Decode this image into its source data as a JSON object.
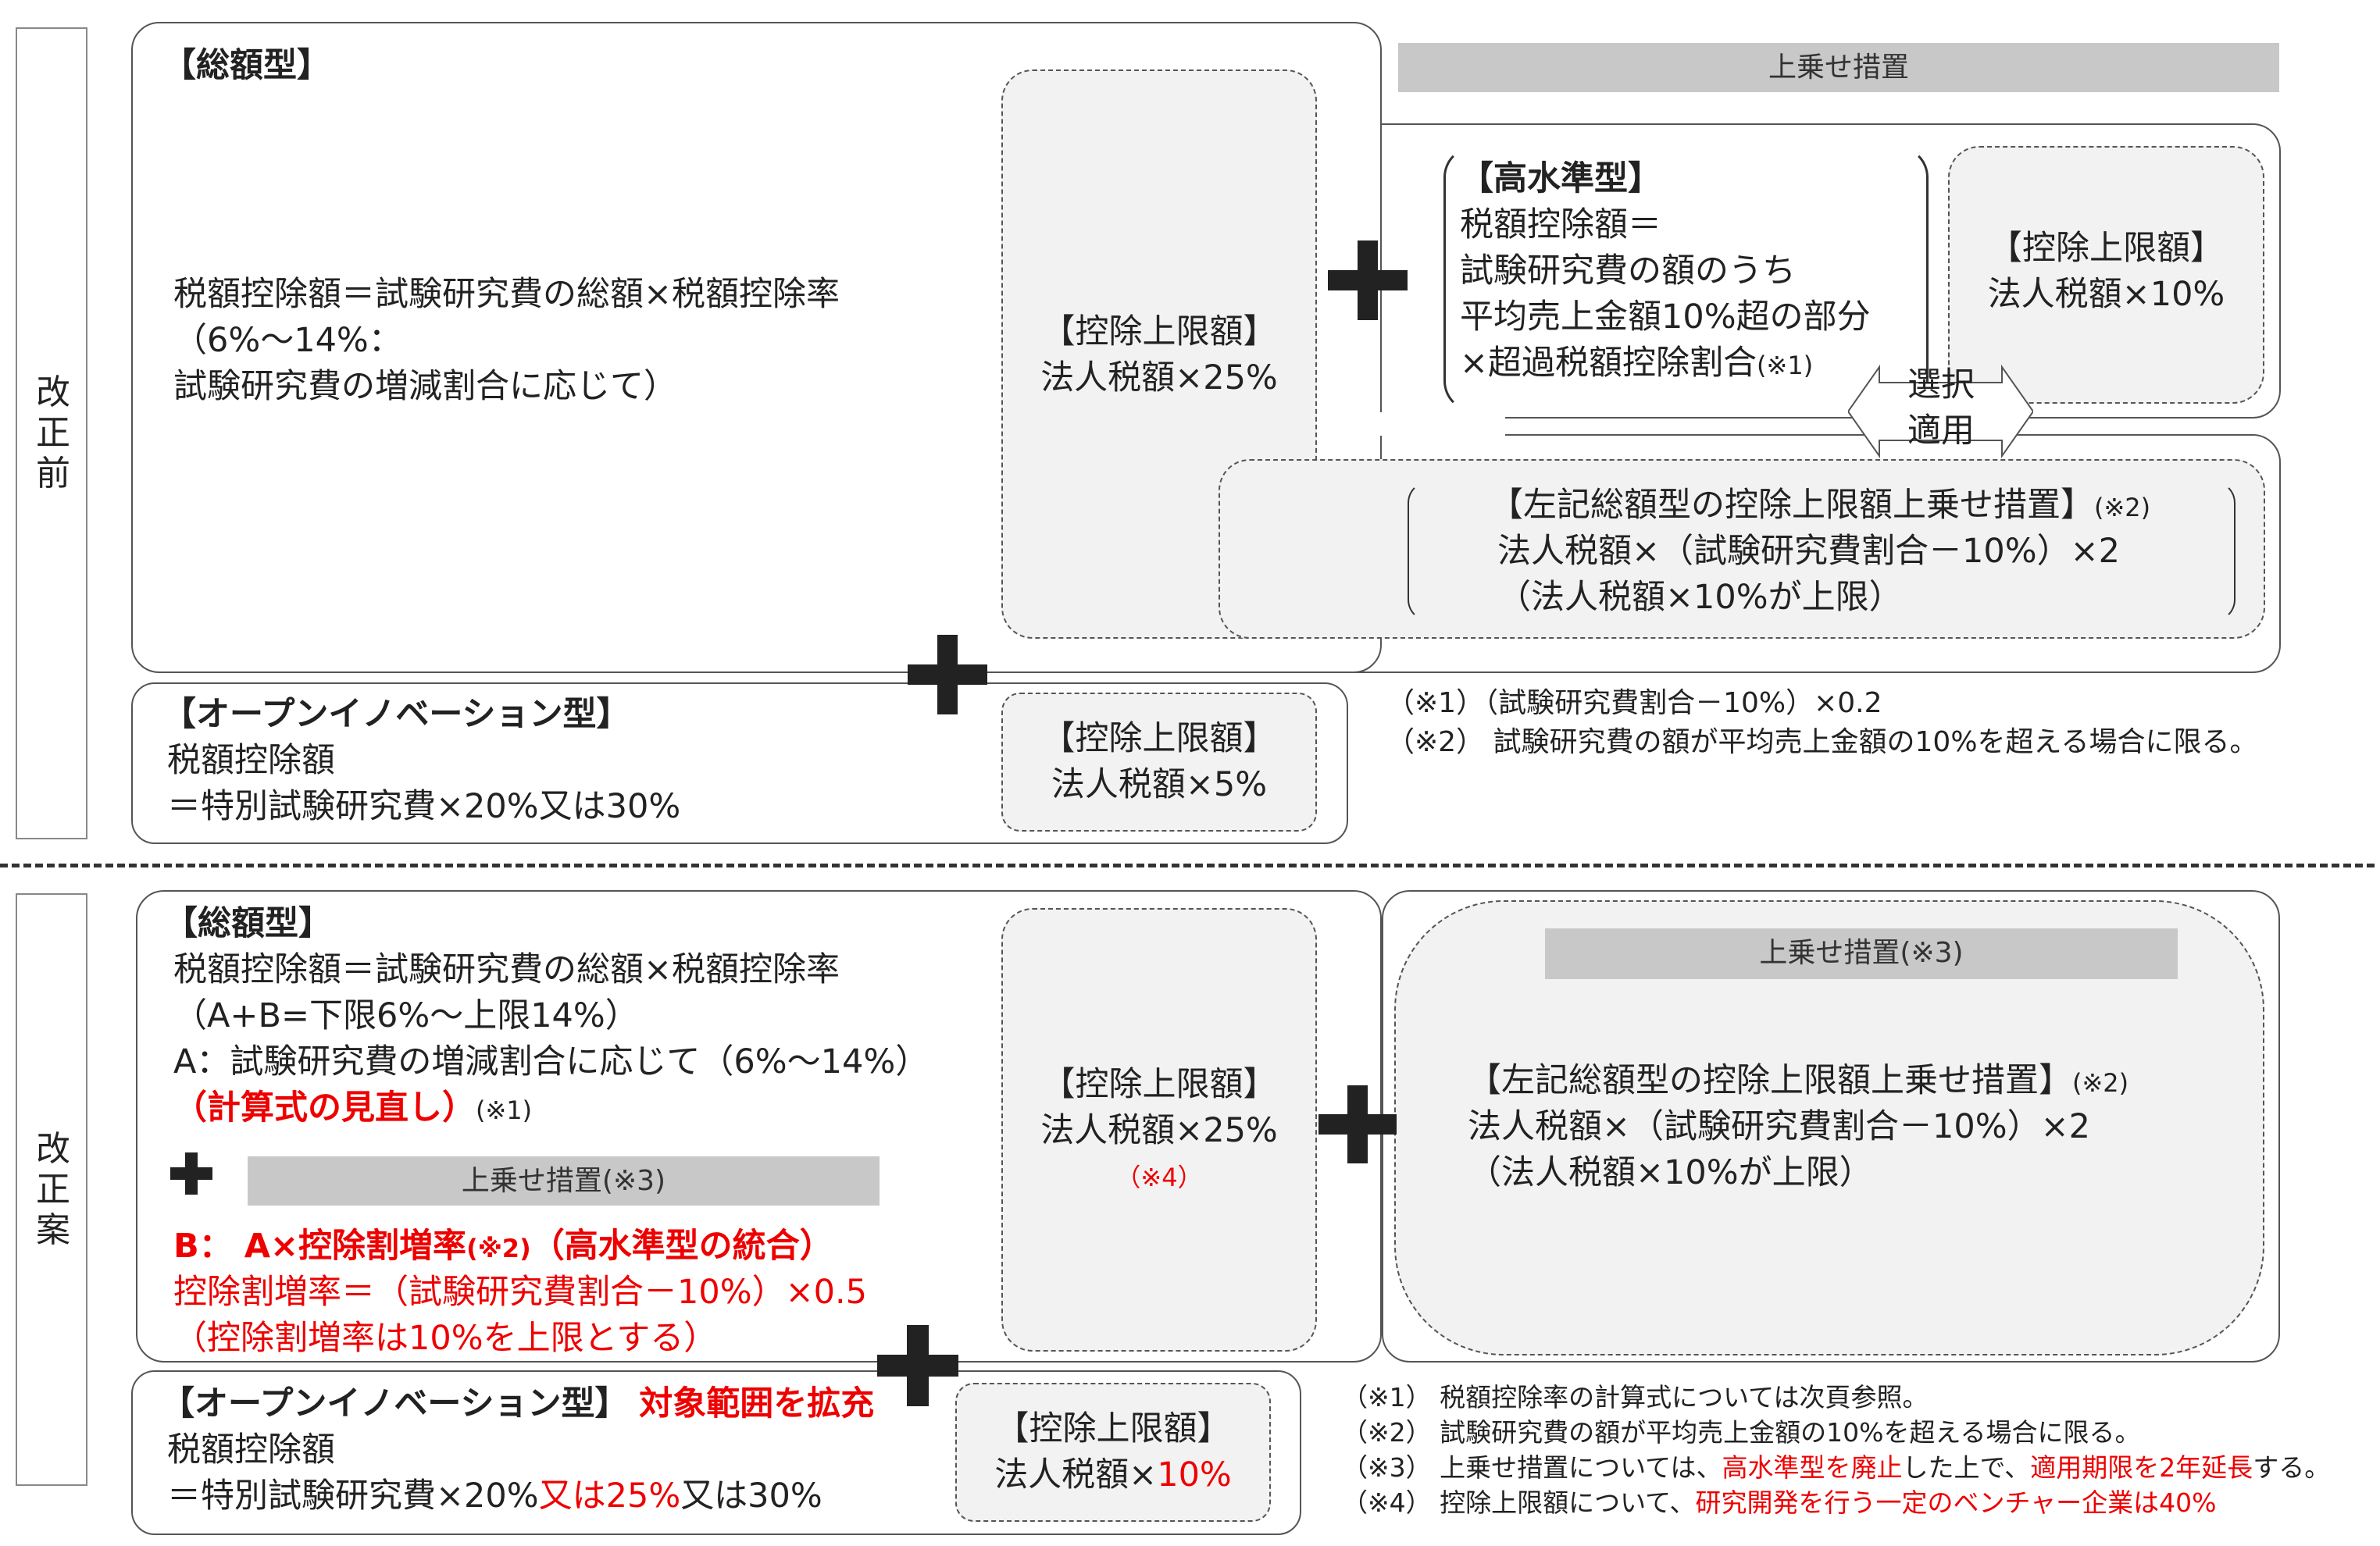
{
  "labels": {
    "before": "改正前",
    "after": "改正案"
  },
  "before": {
    "total": {
      "title": "【総額型】",
      "lines": [
        "税額控除額＝試験研究費の総額×税額控除率",
        "（6%～14%：",
        "試験研究費の増減割合に応じて）"
      ]
    },
    "cap25": {
      "title": "【控除上限額】",
      "value": "法人税額×25%"
    },
    "surcharge_bar": "上乗せ措置",
    "high_level": {
      "title": "【高水準型】",
      "lines": [
        "税額控除額＝",
        "試験研究費の額のうち",
        "平均売上金額10%超の部分",
        "×超過税額控除割合"
      ],
      "note": "(※1)"
    },
    "cap10": {
      "title": "【控除上限額】",
      "value": "法人税額×10%"
    },
    "select": [
      "選択",
      "適用"
    ],
    "addon": {
      "title": "【左記総額型の控除上限額上乗せ措置】",
      "note": "(※2)",
      "lines": [
        "法人税額×（試験研究費割合－10%）×2",
        "（法人税額×10%が上限）"
      ]
    },
    "open": {
      "title": "【オープンイノベーション型】",
      "lines": [
        "税額控除額",
        "＝特別試験研究費×20%又は30%"
      ]
    },
    "cap5": {
      "title": "【控除上限額】",
      "value": "法人税額×5%"
    },
    "footnotes": [
      "（※1）（試験研究費割合－10%）×0.2",
      "（※2）  試験研究費の額が平均売上金額の10%を超える場合に限る。"
    ]
  },
  "after": {
    "total": {
      "title": "【総額型】",
      "line1": "税額控除額＝試験研究費の総額×税額控除率",
      "line2": "（A+B=下限6%～上限14%）",
      "line3": "A：試験研究費の増減割合に応じて（6%～14%）",
      "line4_red": "（計算式の見直し）",
      "line4_note": "(※1)",
      "bar": "上乗せ措置(※3)",
      "b1_red": "B：  A×控除割増率",
      "b1_note": "(※2)",
      "b1_red2": "（高水準型の統合）",
      "b2": "控除割増率＝（試験研究費割合－10%）×0.5",
      "b3": "（控除割増率は10%を上限とする）"
    },
    "cap25": {
      "title": "【控除上限額】",
      "value": "法人税額×25%",
      "note": "（※4）"
    },
    "surcharge_bar": "上乗せ措置(※3)",
    "addon": {
      "title": "【左記総額型の控除上限額上乗せ措置】",
      "note": "(※2)",
      "lines": [
        "法人税額×（試験研究費割合－10%）×2",
        "（法人税額×10%が上限）"
      ]
    },
    "open": {
      "title": "【オープンイノベーション型】",
      "title_red": "対象範囲を拡充",
      "line1": "税額控除額",
      "line2a": "＝特別試験研究費×20%",
      "line2b_red": "又は25%",
      "line2c": "又は30%"
    },
    "cap10": {
      "title": "【控除上限額】",
      "value_a": "法人税額×",
      "value_red": "10%"
    },
    "footnotes": [
      {
        "pre": "（※1）  税額控除率の計算式については次頁参照。"
      },
      {
        "pre": "（※2）  試験研究費の額が平均売上金額の10%を超える場合に限る。"
      },
      {
        "pre": "（※3）  上乗せ措置については、",
        "red1": "高水準型を廃止",
        "mid": "した上で、",
        "red2": "適用期限を2年延長",
        "post": "する。"
      },
      {
        "pre": "（※4）  控除上限額について、",
        "red1": "研究開発を行う一定のベンチャー企業は40%"
      }
    ]
  }
}
